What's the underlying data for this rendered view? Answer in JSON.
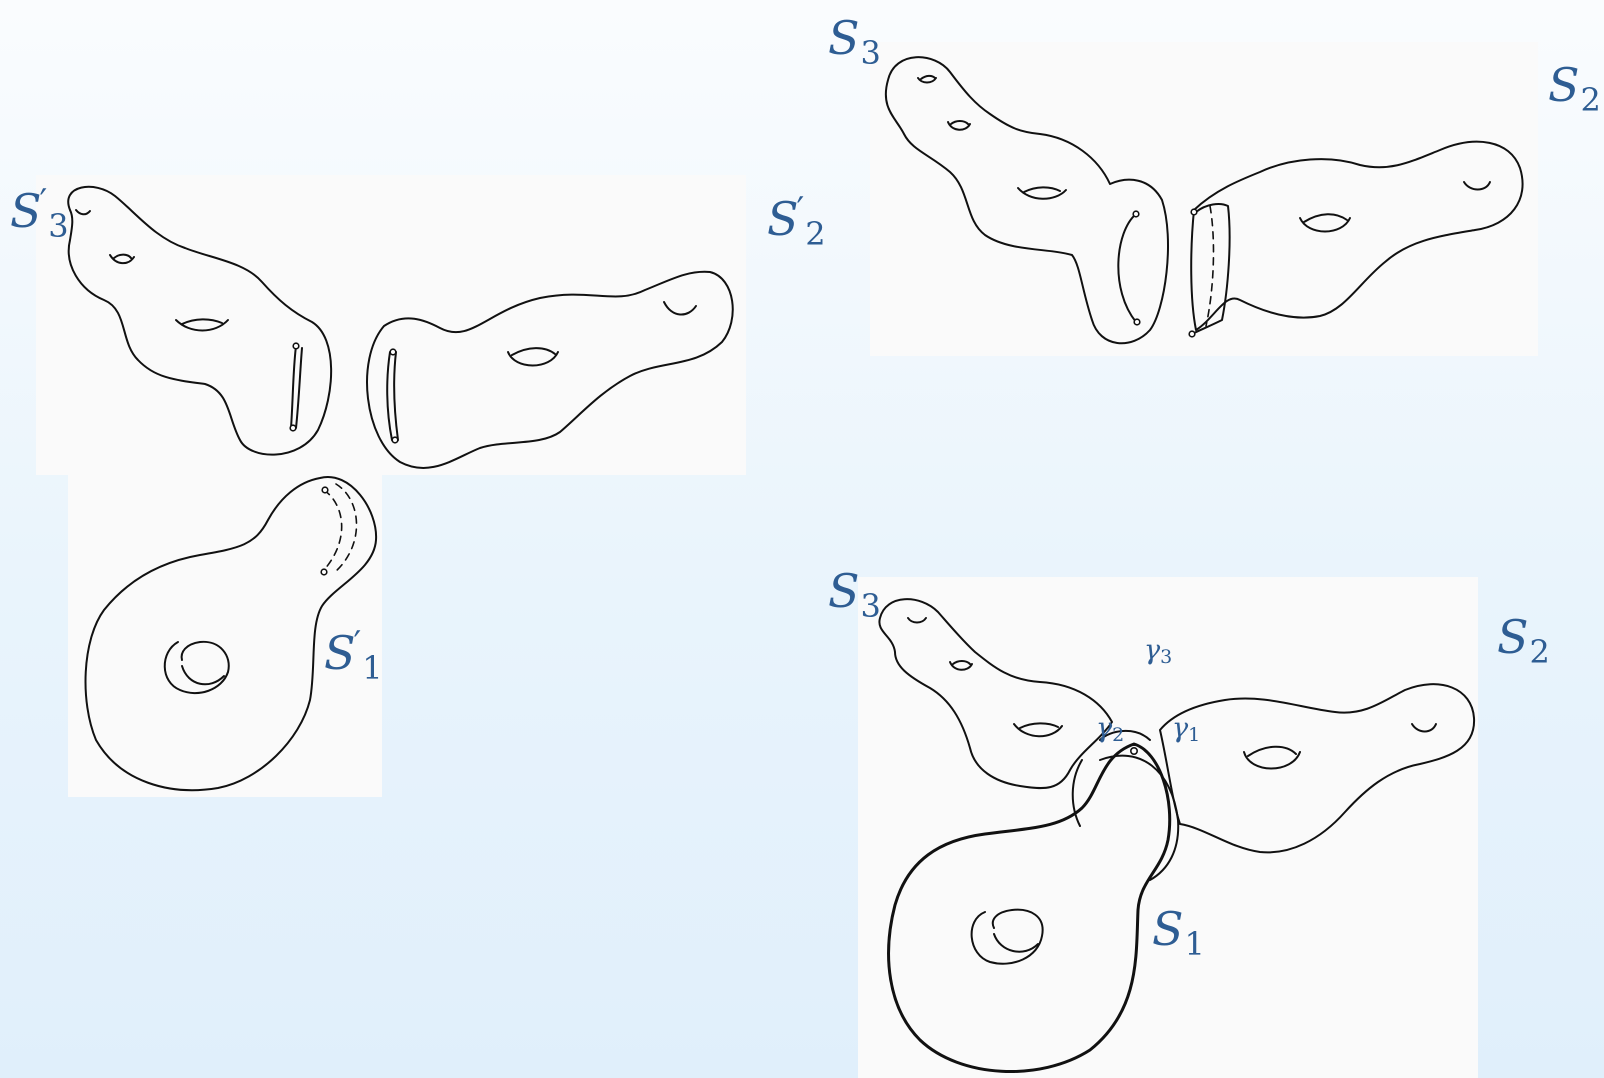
{
  "labels": {
    "s3_prime": {
      "base": "S",
      "sub": "3",
      "prime": "′"
    },
    "s2_prime": {
      "base": "S",
      "sub": "2",
      "prime": "′"
    },
    "s1_prime": {
      "base": "S",
      "sub": "1",
      "prime": "′"
    },
    "s3_top": {
      "base": "S",
      "sub": "3"
    },
    "s2_top": {
      "base": "S",
      "sub": "2"
    },
    "s3_bottom": {
      "base": "S",
      "sub": "3"
    },
    "s2_bottom": {
      "base": "S",
      "sub": "2"
    },
    "s1_bottom": {
      "base": "S",
      "sub": "1"
    }
  },
  "curves": {
    "gamma1": {
      "base": "γ",
      "sub": "1"
    },
    "gamma2": {
      "base": "γ",
      "sub": "2"
    },
    "gamma3": {
      "base": "γ",
      "sub": "3"
    }
  },
  "colors": {
    "label": "#2e5d93",
    "ink": "#111111",
    "panel": "#fafafa"
  }
}
